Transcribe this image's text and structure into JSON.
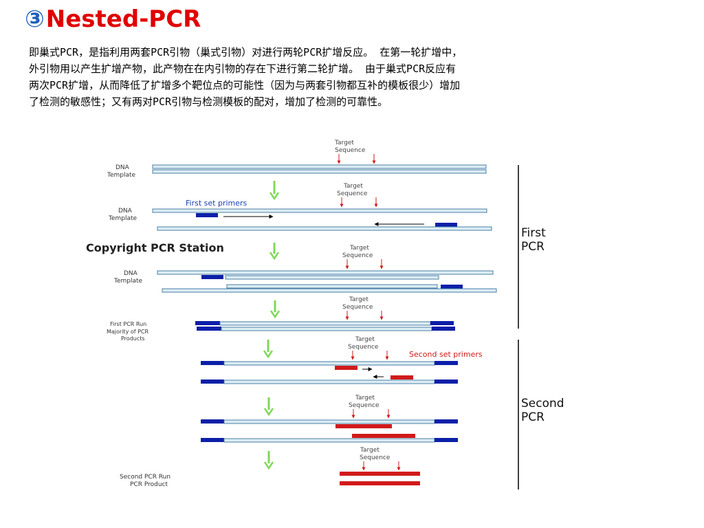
{
  "slide": {
    "title_mark": "③",
    "title": "Nested-PCR",
    "intro_lines": [
      "即巢式PCR，是指利用两套PCR引物（巢式引物）对进行两轮PCR扩增反应。 在第一轮扩增中，",
      "外引物用以产生扩增产物，此产物在在内引物的存在下进行第二轮扩增。 由于巢式PCR反应有",
      "两次PCR扩增，从而降低了扩增多个靶位点的可能性（因为与两套引物都互补的模板很少）增加",
      "了检测的敏感性；又有两对PCR引物与检测模板的配对，增加了检测的可靠性。"
    ]
  },
  "diagram": {
    "target_label_line1": "Target",
    "target_label_line2": "Sequence",
    "dna_label_line1": "DNA",
    "dna_label_line2": "Template",
    "first_primers_label": "First set primers",
    "second_primers_label": "Second set primers",
    "copyright": "Copyright PCR Station",
    "first_run_line1": "First PCR Run",
    "first_run_line2": "Majority of PCR",
    "first_run_line3": "Products",
    "second_run_line1": "Second PCR Run",
    "second_run_line2": "PCR Product",
    "first_pcr_line1": "First",
    "first_pcr_line2": "PCR",
    "second_pcr_line1": "Second",
    "second_pcr_line2": "PCR",
    "colors": {
      "strand_fill": "#dcecf2",
      "strand_edge": "#4a7fa8",
      "outer_primer": "#0b1fa8",
      "inner_primer": "#d11a1a",
      "down_arrow": "#7ed957",
      "target_arrow": "#d11a1a",
      "first_label": "#1a3fb5",
      "second_label": "#d11a1a"
    }
  }
}
